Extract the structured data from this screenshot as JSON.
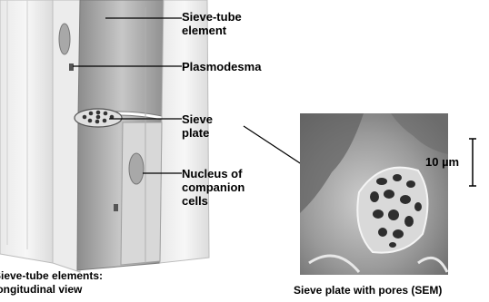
{
  "labels": {
    "sieve_tube_element": "Sieve-tube\nelement",
    "plasmodesma": "Plasmodesma",
    "sieve_plate": "Sieve\nplate",
    "nucleus": "Nucleus of\ncompanion\ncells",
    "scale": "10 µm",
    "caption_left": "Sieve-tube elements:\nlongitudinal view",
    "caption_right": "Sieve plate with pores (SEM)"
  }
}
